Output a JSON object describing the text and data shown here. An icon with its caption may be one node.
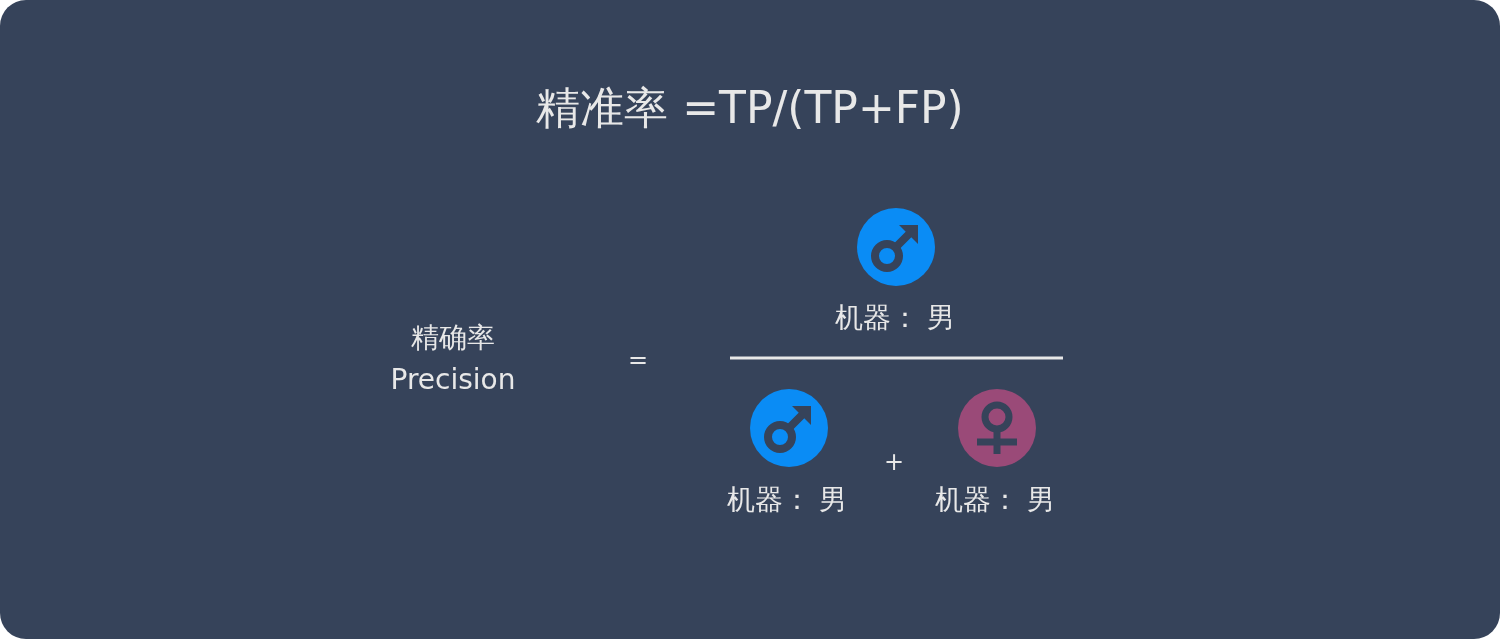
{
  "diagram": {
    "title": "精准率 =TP/(TP+FP)",
    "labels": [
      "机器： 男",
      "精确率",
      "=",
      "Precision",
      "+",
      "机器： 男",
      "机器： 男"
    ]
  }
}
